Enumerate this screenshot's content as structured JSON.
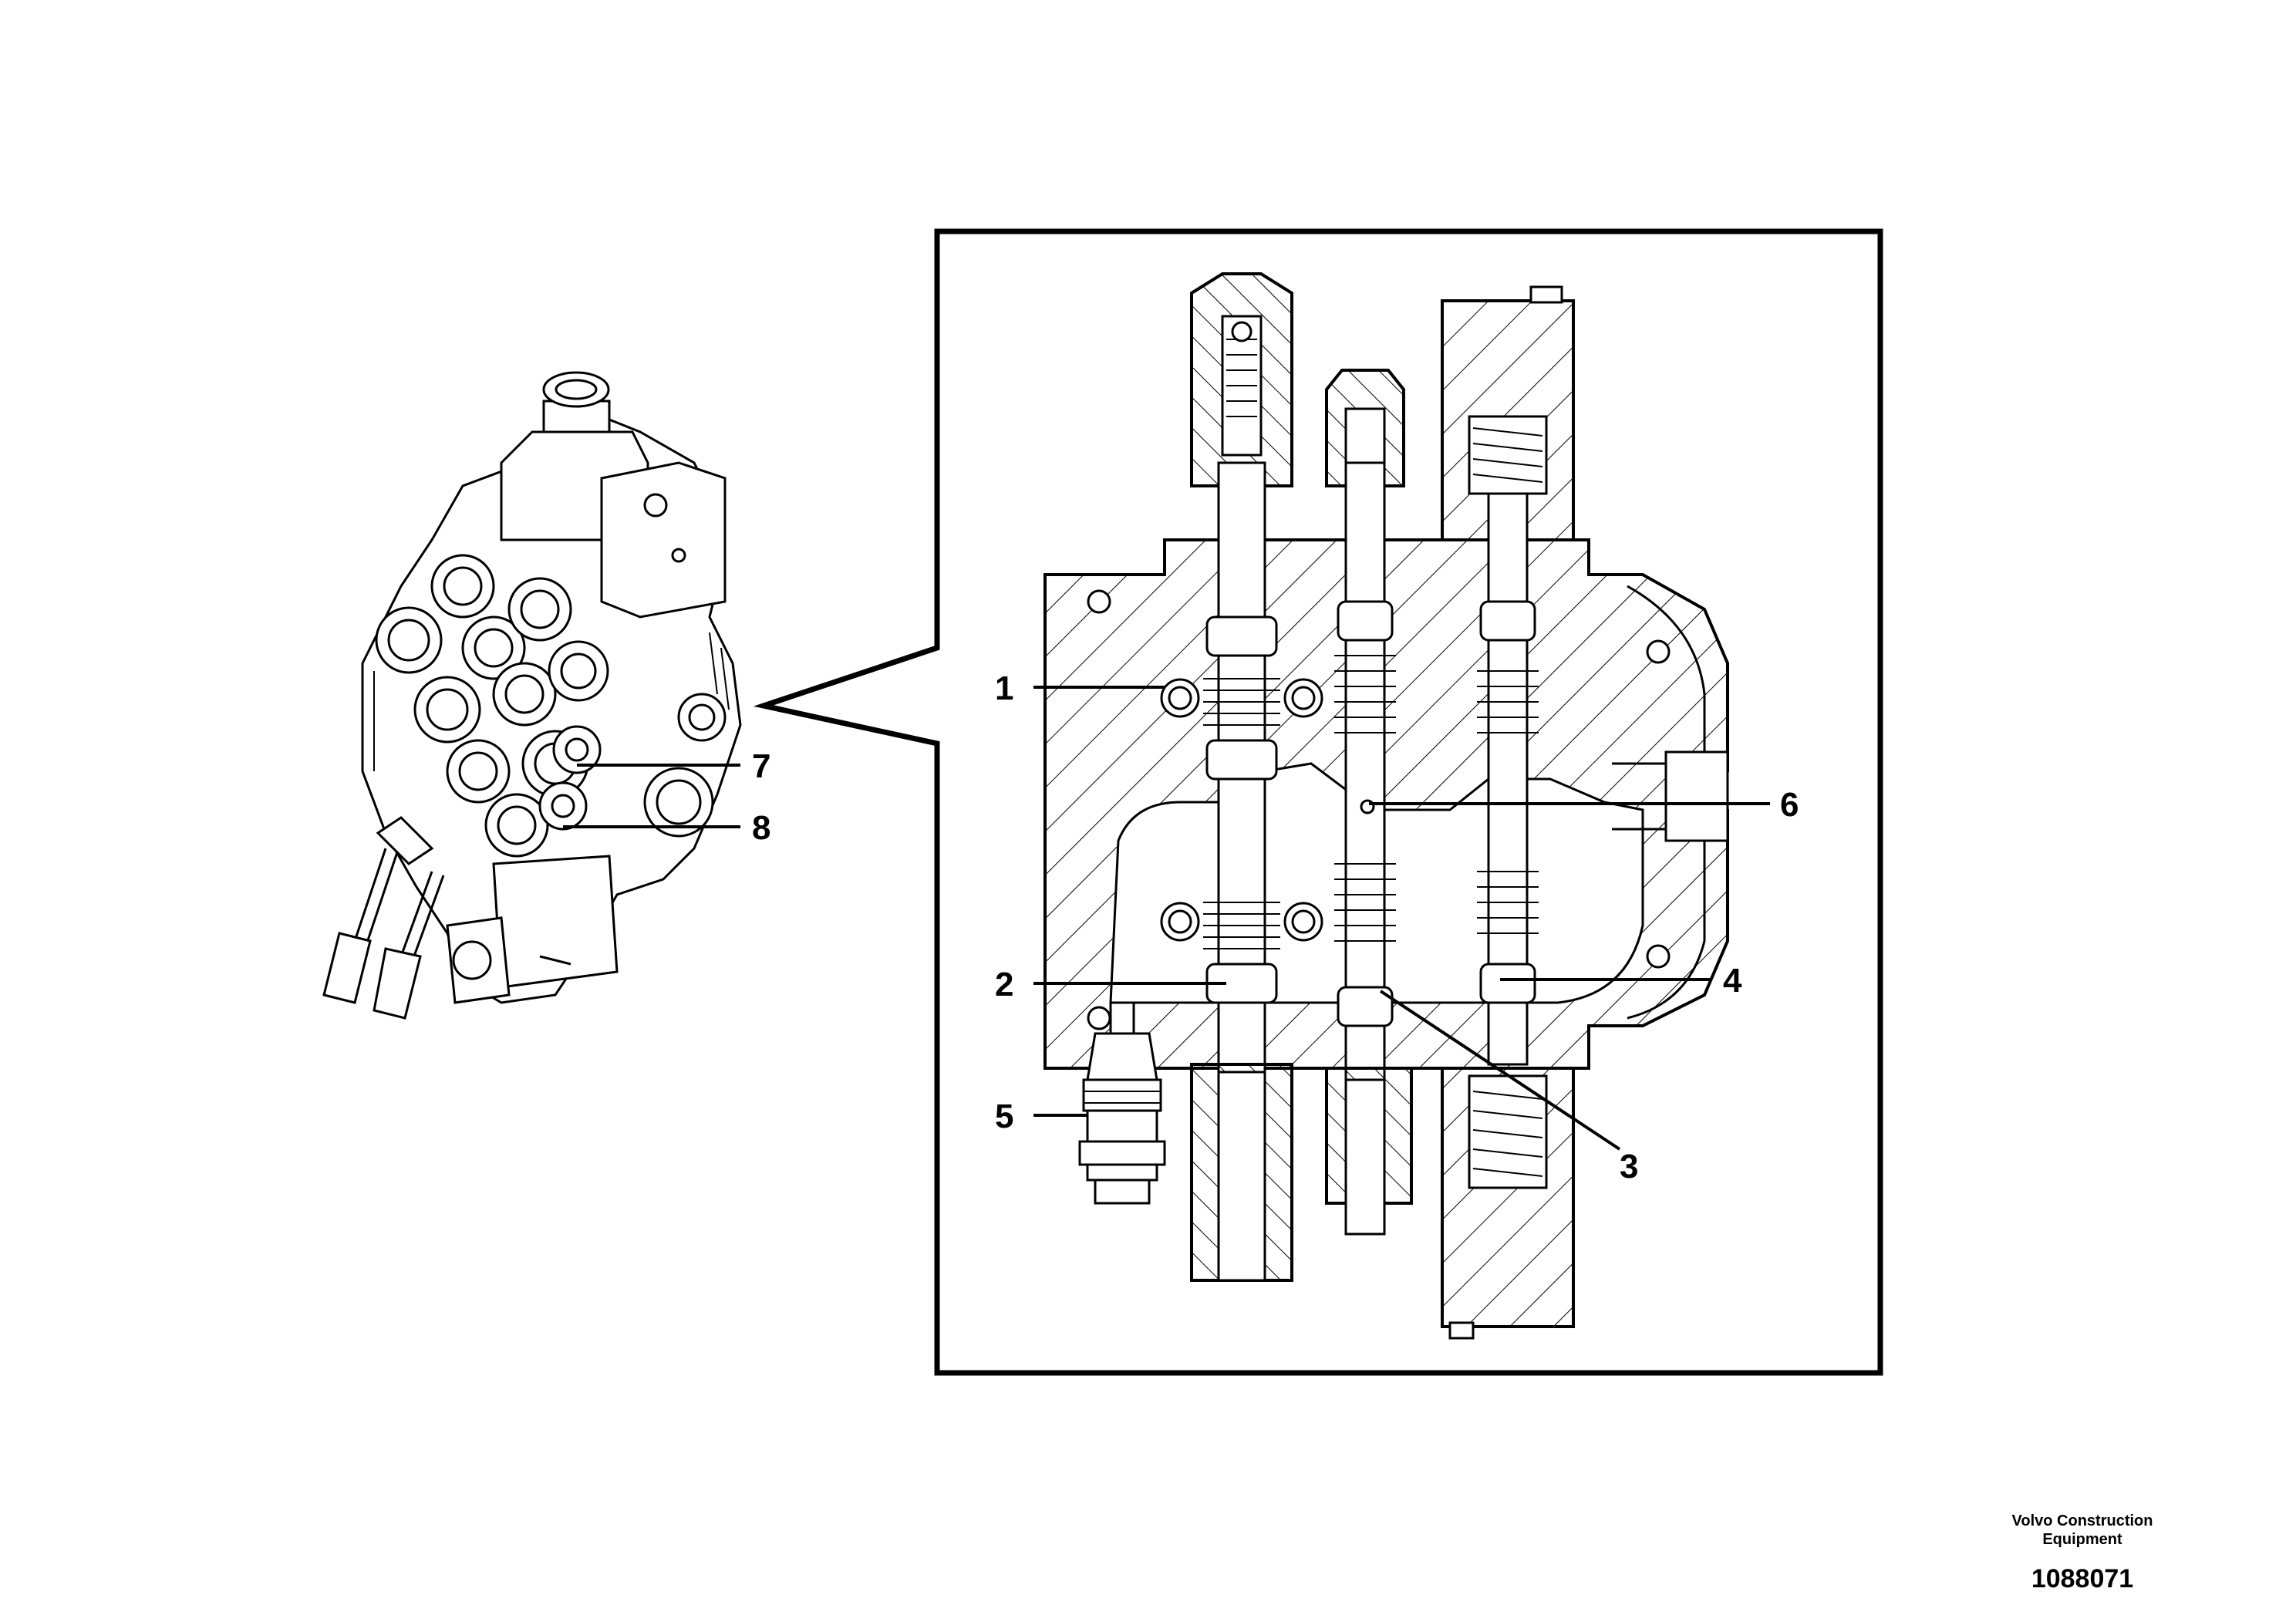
{
  "callouts": {
    "c1": "1",
    "c2": "2",
    "c3": "3",
    "c4": "4",
    "c5": "5",
    "c6": "6",
    "c7": "7",
    "c8": "8"
  },
  "footer": {
    "brand_line1": "Volvo Construction",
    "brand_line2": "Equipment",
    "document_number": "1088071"
  }
}
